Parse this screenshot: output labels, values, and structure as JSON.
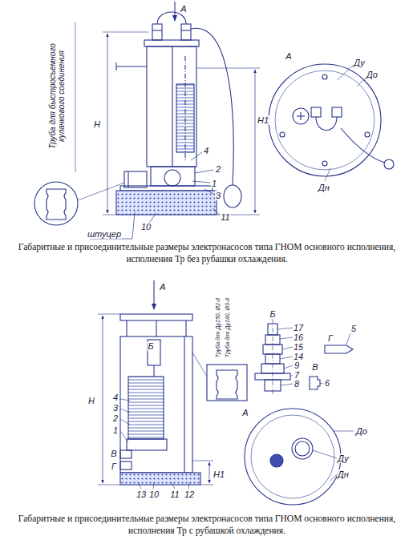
{
  "diagram": {
    "labels": [
      "А",
      "Труба для быстросъемного кулачкового соединения",
      "Н",
      "Н1",
      "4",
      "2",
      "1",
      "3",
      "11",
      "10",
      "штуцер",
      "А",
      "Ду",
      "До",
      "Дн",
      "Габаритные и присоединительные размеры электронасосов типа ГНОМ основного исполнения, исполнения Тр без рубашки охлаждения.",
      "А",
      "Б",
      "Н",
      "Н1",
      "4",
      "3",
      "2",
      "1",
      "В",
      "Г",
      "13",
      "10",
      "11",
      "12",
      "Труба для Ду150, Ø2-8",
      "Труба для Ду180, Ø3-8",
      "Б",
      "17",
      "16",
      "15",
      "14",
      "9",
      "7",
      "8",
      "Г",
      "5",
      "В",
      "6",
      "А",
      "До",
      "Ду",
      "Дн",
      "Габаритные и присоединительные размеры электронасосов типа ГНОМ основного исполнения, исполнения Тр с рубашкой охлаждения."
    ]
  }
}
